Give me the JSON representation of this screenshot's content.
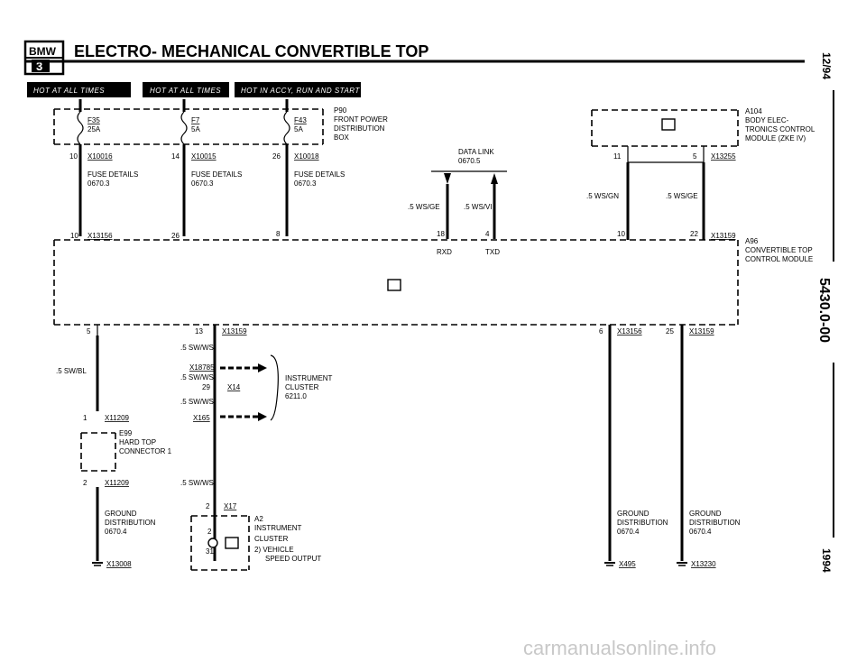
{
  "header": {
    "logo_text": "BMW",
    "logo_series": "3",
    "title": "ELECTRO- MECHANICAL CONVERTIBLE TOP"
  },
  "side_labels": {
    "date": "12/94",
    "doc_number": "5430.0-00",
    "year": "1994"
  },
  "hot_labels": [
    "HOT AT ALL TIMES",
    "HOT AT ALL TIMES",
    "HOT IN ACCY, RUN AND START"
  ],
  "fuse_box": {
    "id": "P90",
    "desc": [
      "FRONT POWER",
      "DISTRIBUTION",
      "BOX"
    ],
    "fuses": [
      {
        "name": "F35",
        "rating": "25A",
        "pin": "10",
        "conn": "X10016",
        "details": [
          "FUSE DETAILS",
          "0670.3"
        ]
      },
      {
        "name": "F7",
        "rating": "5A",
        "pin": "14",
        "conn": "X10015",
        "details": [
          "FUSE DETAILS",
          "0670.3"
        ]
      },
      {
        "name": "F43",
        "rating": "5A",
        "pin": "26",
        "conn": "X10018",
        "details": [
          "FUSE DETAILS",
          "0670.3"
        ]
      }
    ]
  },
  "data_link": {
    "label": "DATA LINK",
    "ref": "0670.5",
    "wire1": ".5 WS/GE",
    "wire2": ".5 WS/VI",
    "rxd": "RXD",
    "txd": "TXD",
    "pin1": "18",
    "pin2": "4"
  },
  "body_module": {
    "id": "A104",
    "desc": [
      "BODY ELEC-",
      "TRONICS CONTROL",
      "MODULE (ZKE IV)"
    ],
    "pin_left": "11",
    "pin_right": "5",
    "conn": "X13255",
    "wire_left": ".5 WS/GN",
    "wire_right": ".5 WS/GE",
    "pin_bottom_left": "10",
    "pin_bottom_right": "22"
  },
  "top_module": {
    "id": "A96",
    "desc": [
      "CONVERTIBLE TOP",
      "CONTROL MODULE"
    ],
    "top_conn": "X13159",
    "top_pins": [
      "10",
      "26",
      "8"
    ],
    "left_conn": "X13156"
  },
  "bottom": {
    "pin5": "5",
    "wire_left": ".5 SW/BL",
    "pin13": "13",
    "conn13": "X13159",
    "wire13": ".5 SW/WS",
    "splice1": "X18785",
    "wire_s1": ".5 SW/WS",
    "pin29": "29",
    "conn29": "X14",
    "wire_s2": ".5 SW/WS",
    "splice2": "X165",
    "cluster_desc": [
      "INSTRUMENT",
      "CLUSTER",
      "6211.0"
    ],
    "conn_x11209_pin1": "1",
    "conn_x11209": "X11209",
    "hardtop_id": "E99",
    "hardtop_desc": [
      "HARD TOP",
      "CONNECTOR 1"
    ],
    "conn_x11209_pin2": "2",
    "conn_x11209b": "X11209",
    "wire_bottom": ".5 SW/WS",
    "x17_pin": "2",
    "x17": "X17",
    "a2_id": "A2",
    "a2_desc": [
      "INSTRUMENT",
      "CLUSTER",
      "2)  VEHICLE",
      "SPEED OUTPUT"
    ],
    "a2_pin2": "2",
    "a2_pin31": "31",
    "ground_left": {
      "desc": [
        "GROUND",
        "DISTRIBUTION",
        "0670.4"
      ],
      "conn": "X13008"
    },
    "pin6": "6",
    "conn6": "X13156",
    "pin25": "25",
    "conn25": "X13159",
    "ground_mid": {
      "desc": [
        "GROUND",
        "DISTRIBUTION",
        "0670.4"
      ],
      "conn": "X495"
    },
    "ground_right": {
      "desc": [
        "GROUND",
        "DISTRIBUTION",
        "0670.4"
      ],
      "conn": "X13230"
    }
  },
  "watermark": "carmanualsonline.info"
}
